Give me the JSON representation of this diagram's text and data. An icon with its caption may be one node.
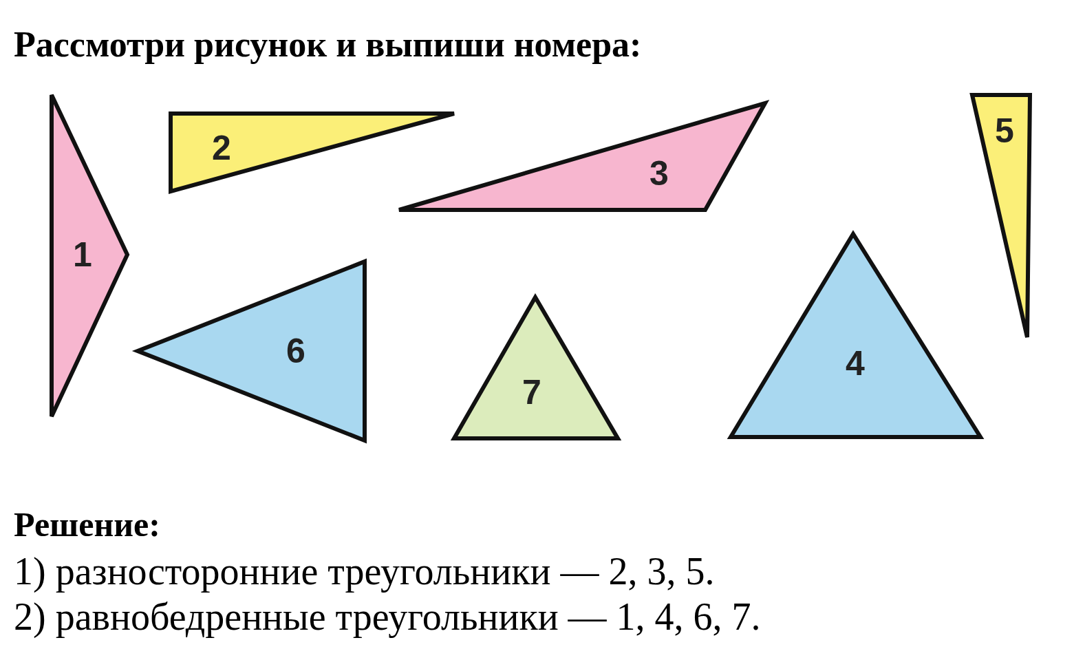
{
  "diagram": {
    "title": "Рассмотри рисунок и выпиши номера:",
    "nodes": [
      {
        "text": [
          "1"
        ]
      },
      {
        "text": [
          "2"
        ]
      },
      {
        "text": [
          "3"
        ]
      },
      {
        "text": [
          "5"
        ]
      },
      {
        "text": [
          "6"
        ]
      },
      {
        "text": [
          "7"
        ]
      },
      {
        "text": [
          "4"
        ]
      }
    ],
    "labels": [
      "Решение:",
      "1) разносторонние треугольники — 2, 3, 5.",
      "2) равнобедренные треугольники — 1, 4, 6, 7."
    ]
  }
}
